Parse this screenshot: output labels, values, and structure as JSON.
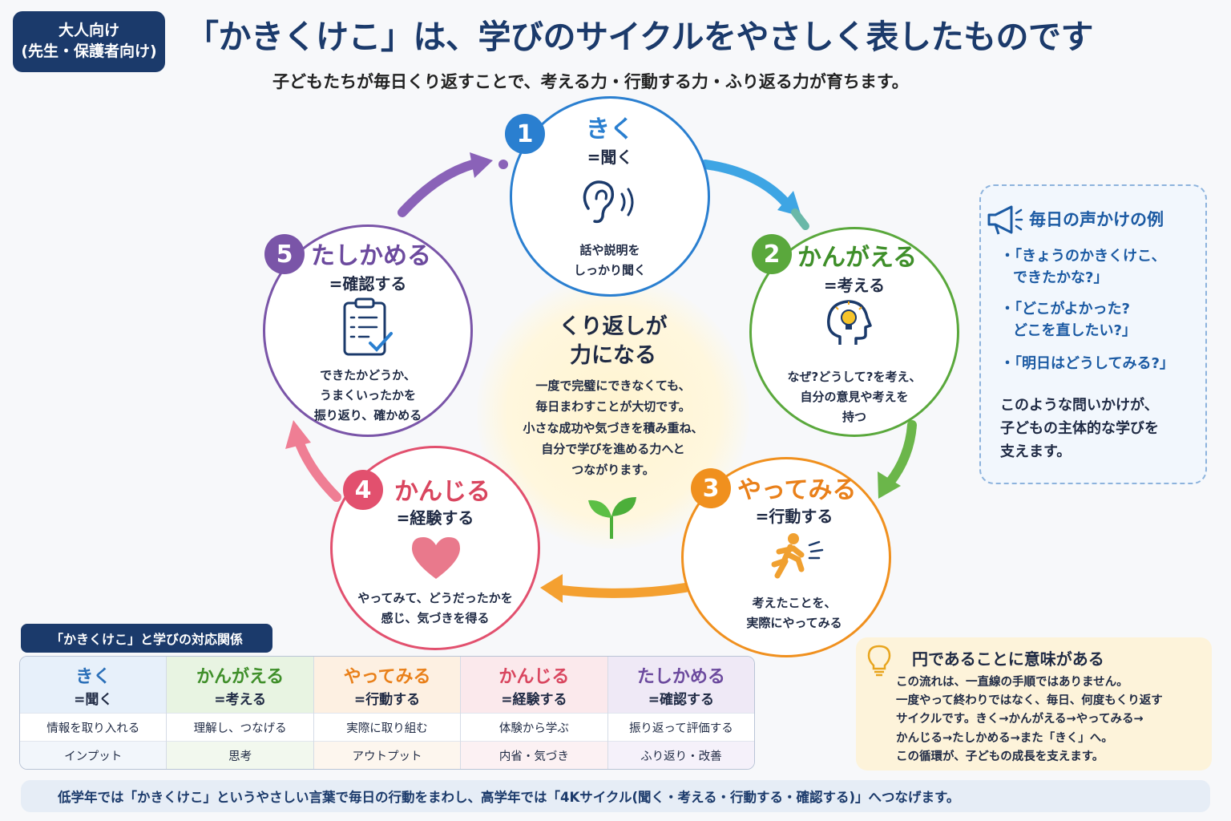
{
  "header": {
    "badge_line1": "大人向け",
    "badge_line2": "(先生・保護者向け)",
    "title": "「かきくけこ」は、学びのサイクルをやさしく表したものです",
    "subtitle": "子どもたちが毎日くり返すことで、考える力・行動する力・ふり返る力が育ちます。"
  },
  "cycle": [
    {
      "num": "1",
      "title": "きく",
      "eq": "=聞く",
      "desc1": "話や説明を",
      "desc2": "しっかり聞く",
      "desc3": "",
      "icon": "ear-icon",
      "color": "#2a7fd0"
    },
    {
      "num": "2",
      "title": "かんがえる",
      "eq": "=考える",
      "desc1": "なぜ?どうして?を考え、",
      "desc2": "自分の意見や考えを",
      "desc3": "持つ",
      "icon": "lightbulb-head-icon",
      "color": "#5aa83c"
    },
    {
      "num": "3",
      "title": "やってみる",
      "eq": "=行動する",
      "desc1": "考えたことを、",
      "desc2": "実際にやってみる",
      "desc3": "",
      "icon": "running-person-icon",
      "color": "#f0901e"
    },
    {
      "num": "4",
      "title": "かんじる",
      "eq": "=経験する",
      "desc1": "やってみて、どうだったかを",
      "desc2": "感じ、気づきを得る",
      "desc3": "",
      "icon": "heart-icon",
      "color": "#e2506e"
    },
    {
      "num": "5",
      "title": "たしかめる",
      "eq": "=確認する",
      "desc1": "できたかどうか、",
      "desc2": "うまくいったかを",
      "desc3": "振り返り、確かめる",
      "icon": "checklist-icon",
      "color": "#7a55a8"
    }
  ],
  "center": {
    "title1": "くり返しが",
    "title2": "力になる",
    "desc1": "一度で完璧にできなくても、",
    "desc2": "毎日まわすことが大切です。",
    "desc3": "小さな成功や気づきを積み重ね、",
    "desc4": "自分で学びを進める力へと",
    "desc5": "つながります。",
    "icon": "sprout-icon"
  },
  "voice": {
    "title": "毎日の声かけの例",
    "item1a": "・「きょうのかきくけこ、",
    "item1b": "できたかな?」",
    "item2a": "・「どこがよかった?",
    "item2b": "どこを直したい?」",
    "item3": "・「明日はどうしてみる?」",
    "note1": "このような問いかけが、",
    "note2": "子どもの主体的な学びを",
    "note3": "支えます。",
    "icon": "megaphone-icon"
  },
  "meaning": {
    "title": "円であることに意味がある",
    "line1": "この流れは、一直線の手順ではありません。",
    "line2": "一度やって終わりではなく、毎日、何度もくり返す",
    "line3": "サイクルです。きく→かんがえる→やってみる→",
    "line4": "かんじる→たしかめる→また「きく」へ。",
    "line5": "この循環が、子どもの成長を支えます。",
    "icon": "lightbulb-icon"
  },
  "table": {
    "tag": "「かきくけこ」と学びの対応関係",
    "columns": [
      {
        "head": "きく",
        "sub": "=聞く",
        "row1": "情報を取り入れる",
        "row2": "インプット",
        "color": "#2a6fb8",
        "bg": "#e7f0fa"
      },
      {
        "head": "かんがえる",
        "sub": "=考える",
        "row1": "理解し、つなげる",
        "row2": "思考",
        "color": "#3f8f2a",
        "bg": "#e8f4e2"
      },
      {
        "head": "やってみる",
        "sub": "=行動する",
        "row1": "実際に取り組む",
        "row2": "アウトプット",
        "color": "#e9801a",
        "bg": "#fdf0e2"
      },
      {
        "head": "かんじる",
        "sub": "=経験する",
        "row1": "体験から学ぶ",
        "row2": "内省・気づき",
        "color": "#d9465f",
        "bg": "#fbe9ec"
      },
      {
        "head": "たしかめる",
        "sub": "=確認する",
        "row1": "振り返って評価する",
        "row2": "ふり返り・改善",
        "color": "#6c4a9e",
        "bg": "#efe9f6"
      }
    ]
  },
  "footer": "低学年では「かきくけこ」というやさしい言葉で毎日の行動をまわし、高学年では「4Kサイクル(聞く・考える・行動する・確認する)」へつなげます。"
}
